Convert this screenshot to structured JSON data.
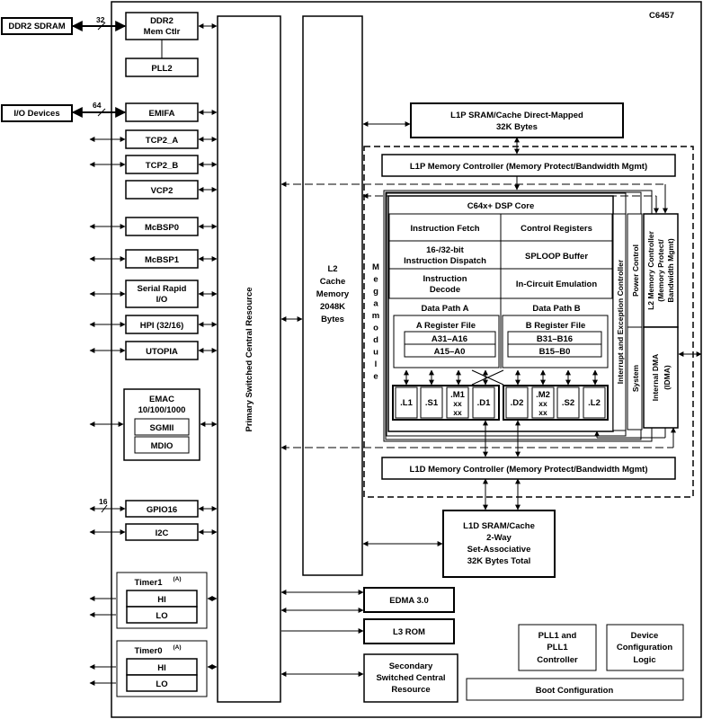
{
  "chip_label": "C6457",
  "external": {
    "ddr2_sdram": "DDR2 SDRAM",
    "ddr2_width": "32",
    "io_devices": "I/O Devices",
    "io_width": "64",
    "gpio_width": "16"
  },
  "peripherals": {
    "ddr2_ctlr": [
      "DDR2",
      "Mem Ctlr"
    ],
    "pll2": "PLL2",
    "emifa": "EMIFA",
    "tcp2a": "TCP2_A",
    "tcp2b": "TCP2_B",
    "vcp2": "VCP2",
    "mcbsp0": "McBSP0",
    "mcbsp1": "McBSP1",
    "srio": [
      "Serial Rapid",
      "I/O"
    ],
    "hpi": "HPI (32/16)",
    "utopia": "UTOPIA",
    "emac": [
      "EMAC",
      "10/100/1000"
    ],
    "sgmii": "SGMII",
    "mdio": "MDIO",
    "gpio16": "GPIO16",
    "i2c": "I2C",
    "timer1": "Timer1",
    "timer0": "Timer0",
    "timer_note": "(A)",
    "hi": "HI",
    "lo": "LO"
  },
  "switch": {
    "primary": "Primary Switched Central Resource",
    "secondary": [
      "Secondary",
      "Switched Central",
      "Resource"
    ]
  },
  "l2": [
    "L2",
    "Cache",
    "Memory",
    "2048K",
    "Bytes"
  ],
  "megamodule_letters": [
    "M",
    "e",
    "g",
    "a",
    "m",
    "o",
    "d",
    "u",
    "l",
    "e"
  ],
  "l1p_sram": [
    "L1P SRAM/Cache Direct-Mapped",
    "32K Bytes"
  ],
  "l1p_ctrl": "L1P Memory Controller (Memory Protect/Bandwidth Mgmt)",
  "l1d_ctrl": "L1D Memory Controller (Memory Protect/Bandwidth Mgmt)",
  "l1d_sram": [
    "L1D SRAM/Cache",
    "2-Way",
    "Set-Associative",
    "32K Bytes Total"
  ],
  "dsp": {
    "core": "C64x+ DSP Core",
    "instr_fetch": "Instruction Fetch",
    "ctrl_regs": "Control Registers",
    "dispatch": [
      "16-/32-bit",
      "Instruction Dispatch"
    ],
    "sploop": "SPLOOP Buffer",
    "decode": [
      "Instruction",
      "Decode"
    ],
    "ice": "In-Circuit Emulation",
    "path_a": "Data Path A",
    "path_b": "Data Path B",
    "rf_a": "A Register File",
    "rf_b": "B Register File",
    "a_hi": "A31–A16",
    "a_lo": "A15–A0",
    "b_hi": "B31–B16",
    "b_lo": "B15–B0",
    "units": [
      ".L1",
      ".S1",
      ".M1",
      ".D1",
      ".D2",
      ".M2",
      ".S2",
      ".L2"
    ],
    "xx": "xx"
  },
  "side": {
    "iec": "Interrupt and Exception Controller",
    "power": "Power Control",
    "system": "System",
    "l2_ctrl": [
      "L2 Memory Controller",
      "(Memory Protect/",
      "Bandwidth Mgmt)"
    ],
    "idma": [
      "Internal DMA",
      "(IDMA)"
    ]
  },
  "bottom": {
    "edma": "EDMA 3.0",
    "l3rom": "L3 ROM",
    "pll1": [
      "PLL1 and",
      "PLL1",
      "Controller"
    ],
    "devcfg": [
      "Device",
      "Configuration",
      "Logic"
    ],
    "bootcfg": "Boot Configuration"
  }
}
